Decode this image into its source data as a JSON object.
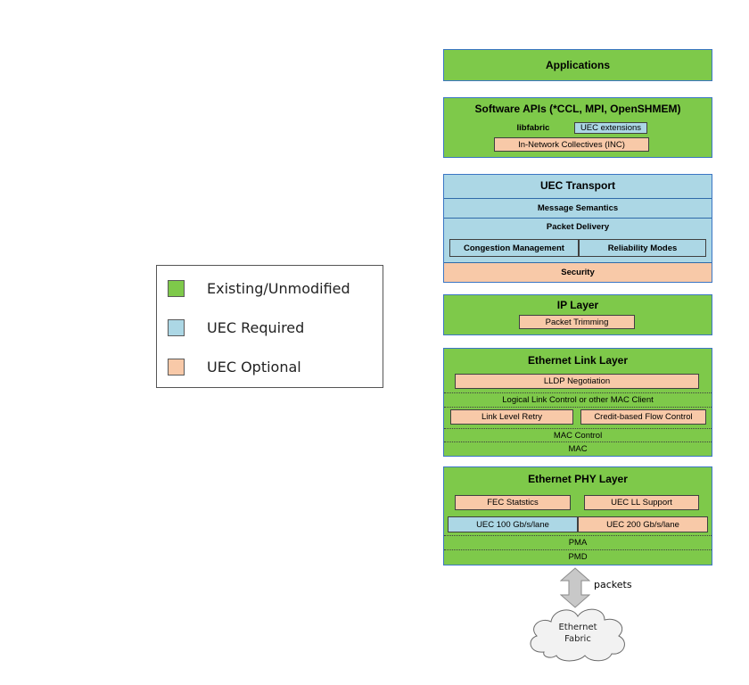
{
  "legend": {
    "items": [
      {
        "label": "Existing/Unmodified",
        "color": "#7ec94a"
      },
      {
        "label": "UEC Required",
        "color": "#acd7e5"
      },
      {
        "label": "UEC Optional",
        "color": "#f8c9a8"
      }
    ]
  },
  "stack": {
    "applications": {
      "title": "Applications"
    },
    "software_apis": {
      "title": "Software APIs (*CCL, MPI, OpenSHMEM)",
      "libfabric": "libfabric",
      "uec_extensions": "UEC extensions",
      "inc": "In-Network Collectives (INC)"
    },
    "transport": {
      "title": "UEC Transport",
      "message_semantics": "Message Semantics",
      "packet_delivery": "Packet Delivery",
      "congestion": "Congestion Management",
      "reliability": "Reliability Modes",
      "security": "Security"
    },
    "ip_layer": {
      "title": "IP Layer",
      "packet_trimming": "Packet Trimming"
    },
    "link_layer": {
      "title": "Ethernet Link Layer",
      "lldp": "LLDP Negotiation",
      "llc": "Logical Link Control or other MAC Client",
      "llr": "Link Level Retry",
      "cbfc": "Credit-based Flow Control",
      "mac_control": "MAC Control",
      "mac": "MAC"
    },
    "phy_layer": {
      "title": "Ethernet PHY Layer",
      "fec": "FEC Statstics",
      "ll_support": "UEC LL Support",
      "lane100": "UEC 100 Gb/s/lane",
      "lane200": "UEC 200 Gb/s/lane",
      "pma": "PMA",
      "pmd": "PMD"
    }
  },
  "arrow_label": "packets",
  "cloud": {
    "line1": "Ethernet",
    "line2": "Fabric"
  }
}
